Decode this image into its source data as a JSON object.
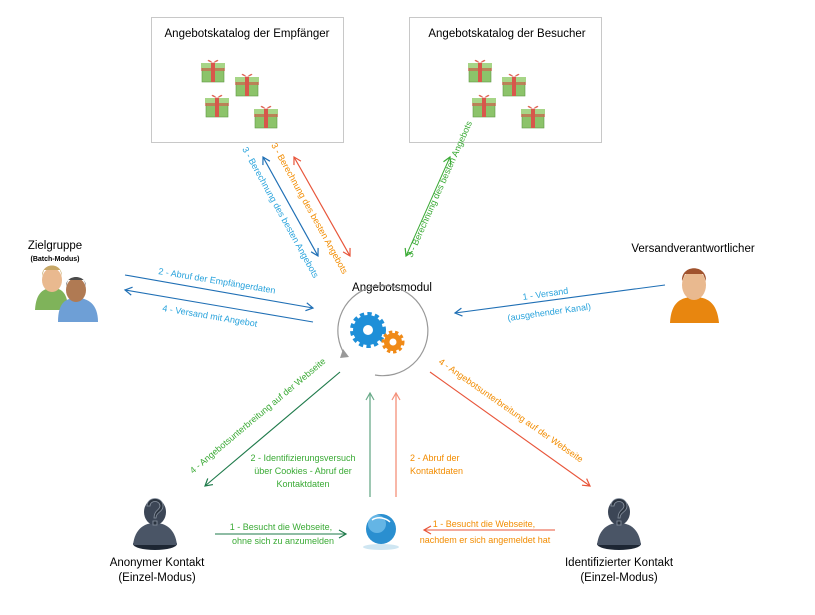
{
  "catalogs": [
    {
      "title": "Angebotskatalog der Empfänger"
    },
    {
      "title": "Angebotskatalog der Besucher"
    }
  ],
  "center": {
    "title": "Angebotsmodul"
  },
  "actors": {
    "zielgruppe": {
      "title": "Zielgruppe",
      "subtitle": "(Batch-Modus)"
    },
    "versand": {
      "title": "Versandverantwortlicher"
    },
    "anonym": {
      "title": "Anonymer Kontakt",
      "subtitle": "(Einzel-Modus)"
    },
    "identifiziert": {
      "title": "Identifizierter Kontakt",
      "subtitle": "(Einzel-Modus)"
    }
  },
  "labels": {
    "calc_blue": "3 - Berechnung des besten Angebots",
    "calc_orange": "3 - Berechnung des besten Angebots",
    "calc_green": "3 - Berechnung des besten Angebots",
    "abruf_empfaenger": "2 - Abruf der Empfängerdaten",
    "versand_angebot": "4 - Versand mit Angebot",
    "versand": "1 - Versand",
    "versand_kanal": "(ausgehender Kanal)",
    "unterbreitung_green": "4 - Angebotsunterbreitung auf der Webseite",
    "unterbreitung_orange": "4 - Angebotsunterbreitung auf der Webseite",
    "ident_1": "2 - Identifizierungsversuch",
    "ident_2": "über Cookies - Abruf der",
    "ident_3": "Kontaktdaten",
    "abruf_kontakt_1": "2 - Abruf der",
    "abruf_kontakt_2": "Kontaktdaten",
    "besuch_anon_1": "1 - Besucht die Webseite,",
    "besuch_anon_2": "ohne sich zu anzumelden",
    "besuch_ident_1": "1 - Besucht die Webseite,",
    "besuch_ident_2": "nachdem er sich angemeldet hat"
  },
  "colors": {
    "blue": "#29a3dc",
    "dark_blue": "#1f6fb5",
    "orange": "#f28c00",
    "red": "#e8553a",
    "green": "#3aaa35",
    "dark_green": "#1e7a4a"
  }
}
